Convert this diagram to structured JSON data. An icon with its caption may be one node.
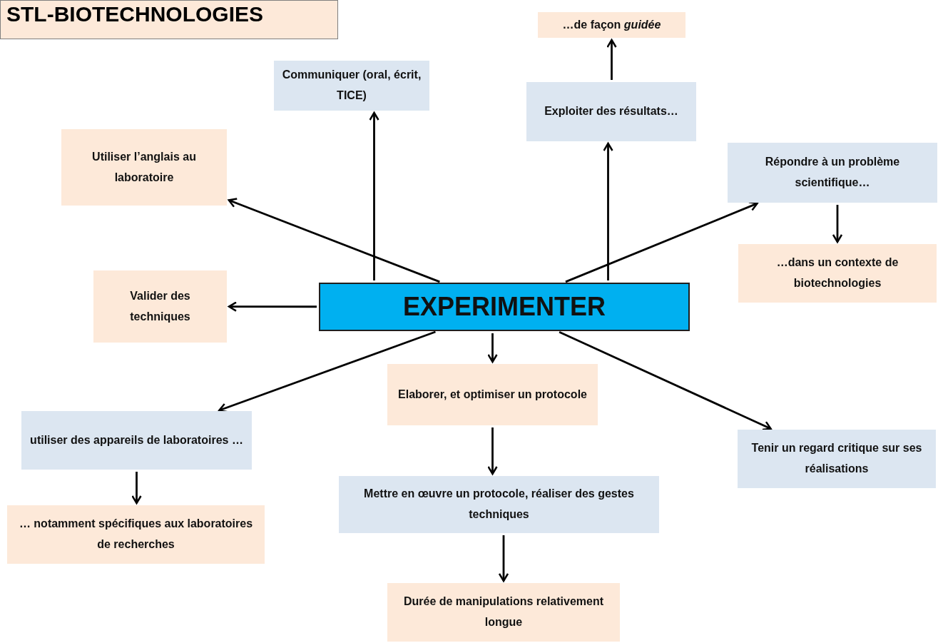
{
  "diagram": {
    "title": "STL-BIOTECHNOLOGIES",
    "nodes": [
      {
        "text": [
          "EXPERIMENTER"
        ]
      },
      {
        "text": [
          "Communiquer (oral, écrit, TICE)"
        ]
      },
      {
        "text": [
          "Exploiter des résultats…"
        ]
      },
      {
        "text": [
          "…de façon *guidée*"
        ]
      },
      {
        "text": [
          "Utiliser l’anglais au laboratoire"
        ]
      },
      {
        "text": [
          "Répondre à un problème scientifique…"
        ]
      },
      {
        "text": [
          "…dans un contexte de biotechnologies"
        ]
      },
      {
        "text": [
          "Valider des techniques"
        ]
      },
      {
        "text": [
          "utiliser des appareils de laboratoires …"
        ]
      },
      {
        "text": [
          "… notamment spécifiques aux laboratoires de recherches"
        ]
      },
      {
        "text": [
          "Elaborer, et optimiser un protocole"
        ]
      },
      {
        "text": [
          "Mettre en œuvre un protocole, réaliser des gestes techniques"
        ]
      },
      {
        "text": [
          "Durée de manipulations relativement longue"
        ]
      },
      {
        "text": [
          "Tenir un regard critique sur ses réalisations"
        ]
      }
    ],
    "edges": [
      {
        "from": 0,
        "to": 1,
        "arrow": "to"
      },
      {
        "from": 0,
        "to": 2,
        "arrow": "to"
      },
      {
        "from": 2,
        "to": 3,
        "arrow": "to"
      },
      {
        "from": 0,
        "to": 4,
        "arrow": "to"
      },
      {
        "from": 0,
        "to": 5,
        "arrow": "to"
      },
      {
        "from": 5,
        "to": 6,
        "arrow": "to"
      },
      {
        "from": 0,
        "to": 7,
        "arrow": "to"
      },
      {
        "from": 0,
        "to": 8,
        "arrow": "to"
      },
      {
        "from": 8,
        "to": 9,
        "arrow": "to"
      },
      {
        "from": 0,
        "to": 10,
        "arrow": "to"
      },
      {
        "from": 10,
        "to": 11,
        "arrow": "to"
      },
      {
        "from": 11,
        "to": 12,
        "arrow": "to"
      },
      {
        "from": 0,
        "to": 13,
        "arrow": "to"
      }
    ]
  }
}
